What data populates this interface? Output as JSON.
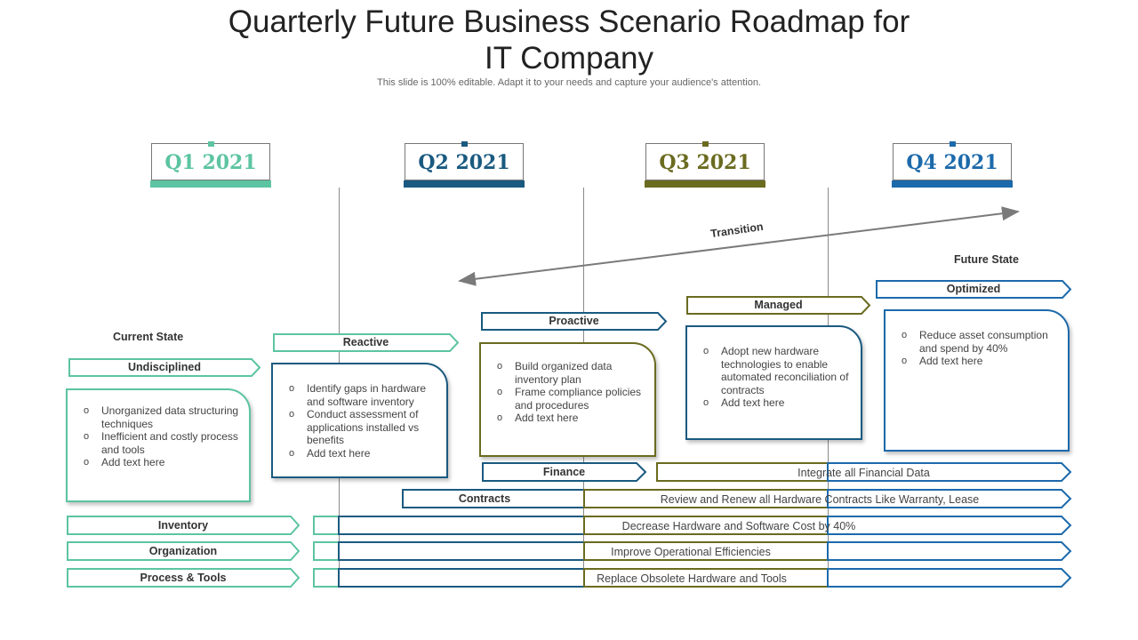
{
  "header": {
    "title_line1": "Quarterly Future Business Scenario Roadmap for",
    "title_line2": "IT Company",
    "subtitle": "This slide is 100% editable. Adapt it to your needs and capture your audience's attention."
  },
  "colors": {
    "teal": "#5cc4a2",
    "navy": "#1a5a80",
    "olive": "#6b6b20",
    "blue": "#1c6aab"
  },
  "quarters": [
    {
      "label": "Q1 2021"
    },
    {
      "label": "Q2 2021"
    },
    {
      "label": "Q3 2021"
    },
    {
      "label": "Q4 2021"
    }
  ],
  "states": {
    "current": "Current State",
    "future": "Future State",
    "transition": "Transition"
  },
  "stages": {
    "undisciplined": "Undisciplined",
    "reactive": "Reactive",
    "proactive": "Proactive",
    "managed": "Managed",
    "optimized": "Optimized"
  },
  "boxes": {
    "undisciplined": [
      "Unorganized data structuring techniques",
      "Inefficient and costly process and tools",
      "Add text here"
    ],
    "reactive": [
      "Identify gaps in hardware and software inventory",
      "Conduct assessment of applications installed vs benefits",
      "Add text here"
    ],
    "proactive": [
      "Build organized data inventory plan",
      "Frame compliance policies and procedures",
      "Add text here"
    ],
    "managed": [
      "Adopt new hardware technologies to enable automated reconciliation of contracts",
      "Add text here"
    ],
    "optimized": [
      "Reduce asset consumption and spend by 40%",
      "Add text here"
    ]
  },
  "rows": {
    "finance": {
      "label": "Finance",
      "text": "Integrate  all Financial Data"
    },
    "contracts": {
      "label": "Contracts",
      "text": "Review  and Renew all Hardware  Contracts Like Warranty, Lease"
    },
    "inventory": {
      "label": "Inventory",
      "text": "Decrease Hardware  and Software Cost by 40%"
    },
    "organization": {
      "label": "Organization",
      "text": "Improve  Operational Efficiencies"
    },
    "process": {
      "label": "Process & Tools",
      "text": "Replace Obsolete Hardware  and Tools"
    }
  }
}
